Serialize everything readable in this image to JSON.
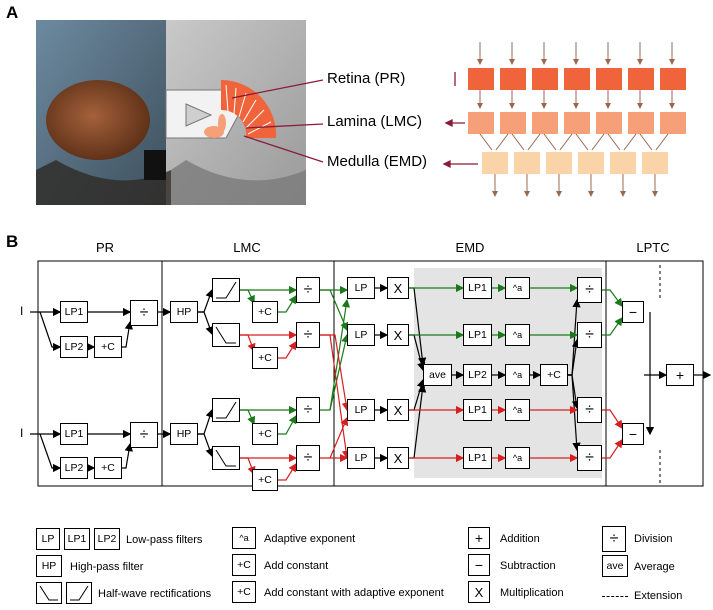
{
  "panel_a": {
    "letter": "A",
    "labels": {
      "retina": "Retina (PR)",
      "lamina": "Lamina (LMC)",
      "medulla": "Medulla (EMD)"
    },
    "colors": {
      "retina": "#f0643c",
      "lamina": "#f5a078",
      "medulla": "#fbd3a8",
      "arrow": "#9a6a50",
      "pointer": "#8b1a3a"
    }
  },
  "panel_b": {
    "letter": "B",
    "stages": {
      "pr": "PR",
      "lmc": "LMC",
      "emd": "EMD",
      "lptc": "LPTC"
    },
    "input_label": "I",
    "blocks": {
      "lp1": "LP1",
      "lp2": "LP2",
      "lp": "LP",
      "hp": "HP",
      "addc": "+C",
      "mult": "X",
      "div": "÷",
      "ave": "ave",
      "sub": "−",
      "add": "+",
      "exp": "^a"
    },
    "colors": {
      "green": "#1a7a1a",
      "red": "#d62020",
      "shade": "#e4e4e4"
    }
  },
  "legend": {
    "lowpass": "Low-pass filters",
    "highpass": "High-pass filter",
    "rect": "Half-wave rectifications",
    "adaptive_exp": "Adaptive exponent",
    "add_const": "Add constant",
    "add_const_adaptive": "Add constant with adaptive exponent",
    "addition": "Addition",
    "subtraction": "Subtraction",
    "multiplication": "Multiplication",
    "division": "Division",
    "average": "Average",
    "extension": "Extension"
  }
}
